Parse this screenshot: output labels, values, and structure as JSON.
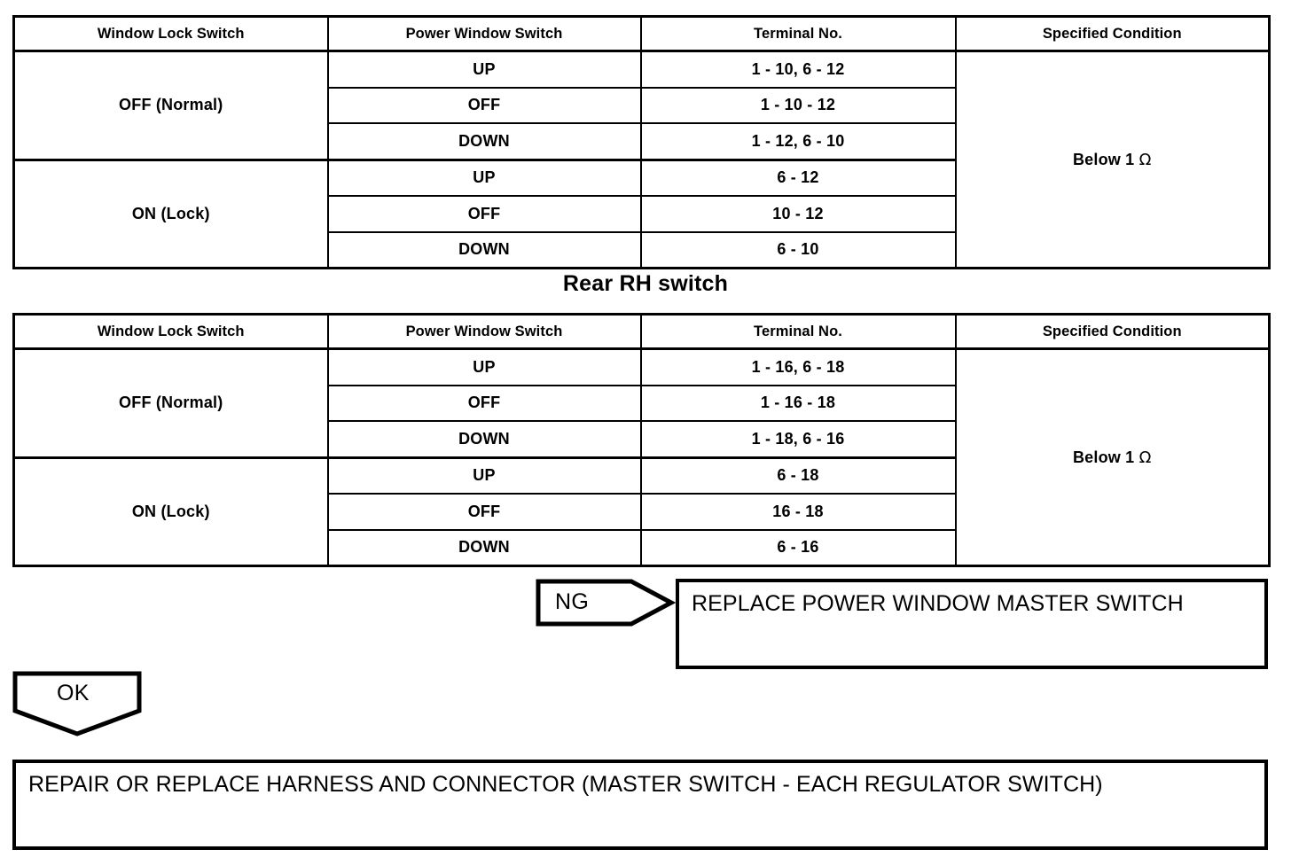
{
  "page": {
    "background": "#ffffff",
    "ink": "#000000"
  },
  "tables": [
    {
      "id": "front-table",
      "caption": "",
      "columns": [
        "Window Lock Switch",
        "Power Window Switch",
        "Terminal No.",
        "Specified Condition"
      ],
      "condition": "Below 1 ",
      "condition_unit": "Ω",
      "groups": [
        {
          "lock": "OFF (Normal)",
          "rows": [
            {
              "switch": "UP",
              "terminal": "1 - 10, 6 - 12"
            },
            {
              "switch": "OFF",
              "terminal": "1 - 10 - 12"
            },
            {
              "switch": "DOWN",
              "terminal": "1 - 12, 6 - 10"
            }
          ]
        },
        {
          "lock": "ON (Lock)",
          "rows": [
            {
              "switch": "UP",
              "terminal": "6 - 12"
            },
            {
              "switch": "OFF",
              "terminal": "10 - 12"
            },
            {
              "switch": "DOWN",
              "terminal": "6 - 10"
            }
          ]
        }
      ]
    },
    {
      "id": "rear-rh-table",
      "caption": "Rear RH switch",
      "columns": [
        "Window Lock Switch",
        "Power Window Switch",
        "Terminal No.",
        "Specified Condition"
      ],
      "condition": "Below 1 ",
      "condition_unit": "Ω",
      "groups": [
        {
          "lock": "OFF (Normal)",
          "rows": [
            {
              "switch": "UP",
              "terminal": "1 - 16, 6 - 18"
            },
            {
              "switch": "OFF",
              "terminal": "1 - 16 - 18"
            },
            {
              "switch": "DOWN",
              "terminal": "1 - 18, 6 - 16"
            }
          ]
        },
        {
          "lock": "ON (Lock)",
          "rows": [
            {
              "switch": "UP",
              "terminal": "6 - 18"
            },
            {
              "switch": "OFF",
              "terminal": "16 - 18"
            },
            {
              "switch": "DOWN",
              "terminal": "6 - 16"
            }
          ]
        }
      ]
    }
  ],
  "flow": {
    "ng": {
      "label": "NG",
      "action": "REPLACE POWER WINDOW MASTER SWITCH"
    },
    "ok": {
      "label": "OK",
      "action": "REPAIR OR REPLACE HARNESS AND CONNECTOR (MASTER SWITCH - EACH REGULATOR SWITCH)"
    }
  }
}
